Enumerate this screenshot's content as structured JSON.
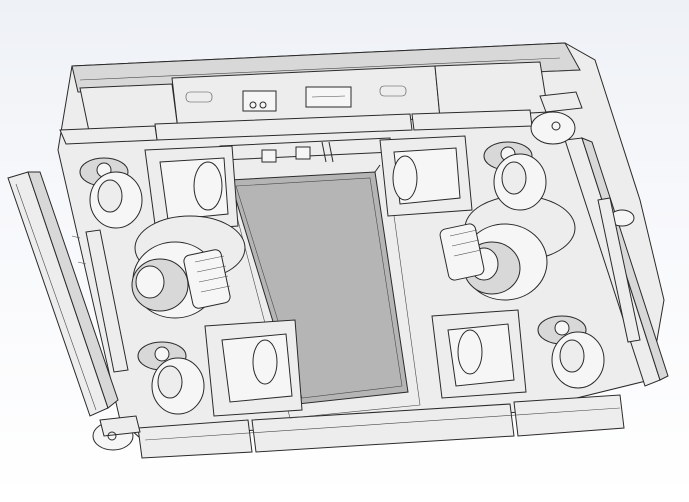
{
  "canvas": {
    "background_top": "#eef1f6",
    "background_bottom": "#ffffff"
  },
  "model": {
    "view": "isometric-underside",
    "line_color": "#2a2a2a",
    "surface_light": "#ededed",
    "surface_mid": "#d8d8d8",
    "surface_dark": "#b5b5b5",
    "casters": 4,
    "drive_units": 2
  }
}
